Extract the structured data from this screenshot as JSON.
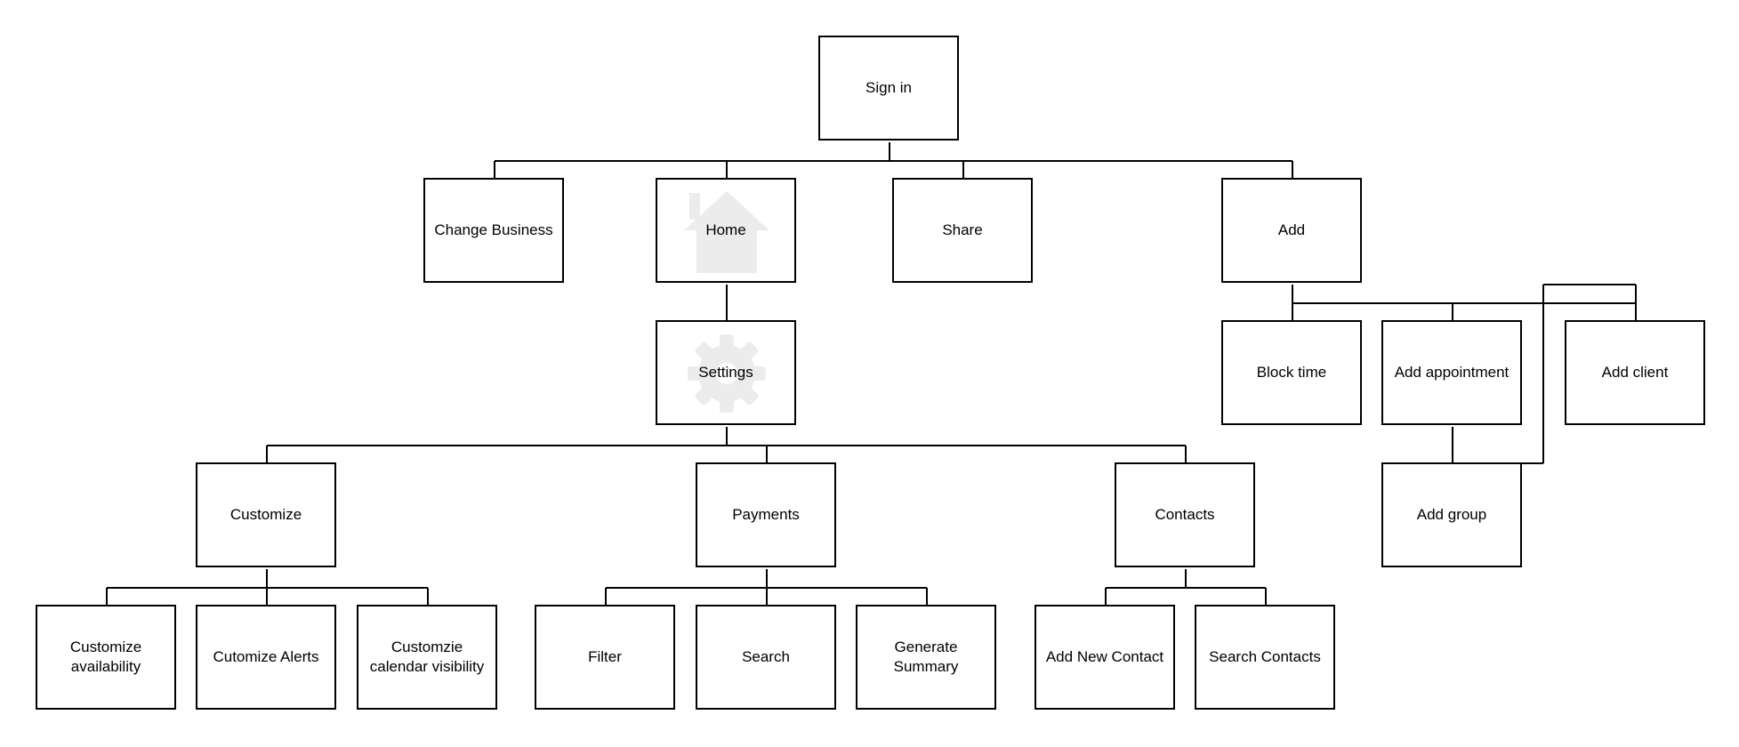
{
  "diagram": {
    "nodes": {
      "sign_in": "Sign in",
      "change_business": "Change Business",
      "home": "Home",
      "share": "Share",
      "add": "Add",
      "settings": "Settings",
      "block_time": "Block time",
      "add_appointment": "Add appointment",
      "add_client": "Add client",
      "add_group": "Add group",
      "customize": "Customize",
      "payments": "Payments",
      "contacts": "Contacts",
      "customize_availability": "Customize\navailability",
      "cutomize_alerts": "Cutomize Alerts",
      "customzie_calendar_visibility": "Customzie\ncalendar visibility",
      "filter": "Filter",
      "search": "Search",
      "generate_summary": "Generate\nSummary",
      "add_new_contact": "Add New Contact",
      "search_contacts": "Search Contacts"
    },
    "watermarks": {
      "home": "house-icon",
      "settings": "gear-icon",
      "color": "#ececec"
    },
    "line_color": "#000000"
  }
}
